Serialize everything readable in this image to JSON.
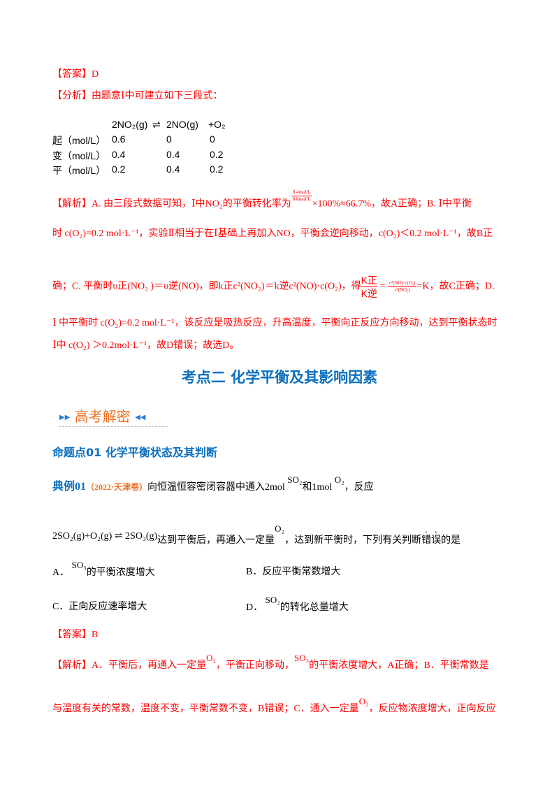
{
  "answer1": {
    "label": "【答案】",
    "value": "D"
  },
  "analysis1": {
    "label": "【分析】",
    "text": "由题意Ⅰ中可建立如下三段式："
  },
  "three_stage": {
    "header": [
      "2NO₂(g)",
      "⇌",
      "2NO(g)",
      "+O₂"
    ],
    "rows": [
      {
        "label": "起（mol/L）",
        "values": [
          "0.6",
          "0",
          "0"
        ]
      },
      {
        "label": "变（mol/L）",
        "values": [
          "0.4",
          "0.4",
          "0.2"
        ]
      },
      {
        "label": "平（mol/L）",
        "values": [
          "0.2",
          "0.4",
          "0.2"
        ]
      }
    ]
  },
  "explain1": {
    "label": "【解析】",
    "l1a": "A. 由三段式数据可知，Ⅰ中NO₂的平衡转化率为",
    "frac_num": "0.4mol/L",
    "frac_den": "0.6mol/L",
    "l1b": "×100%≈66.7%，故A正确；B. Ⅰ中平衡",
    "l2": "时 c(O₂)=0.2 mol·L⁻¹，实验Ⅱ相当于在Ⅰ基础上再加入NO，平衡会逆向移动，c(O₂)＜0.2 mol·L⁻¹，故B正",
    "l3a": "确；C. 平衡时υ正(NO₂ )＝υ逆(NO)，即k正c²(NO₂)＝k逆c²(NO)·c(O₂)，得",
    "k_num": "K正",
    "k_den": "K逆",
    "c_num": "c²(NO)·c(O₂)",
    "c_den": "c²(NO₂)",
    "l3b": "=K，故C正确；D.",
    "l4": "Ⅰ 中平衡时 c(O₂)=0.2 mol·L⁻¹，该反应是吸热反应，升高温度，平衡向正反应方向移动，达到平衡状态时",
    "l5": "Ⅰ中 c(O₂) ＞0.2mol·L⁻¹，故D错误；故选D。"
  },
  "section_title": "考点二  化学平衡及其影响因素",
  "banner": {
    "text": "高考解密",
    "left_arrows": "▶▶",
    "right_arrows": "◀◀"
  },
  "subsection_title": "命题点01  化学平衡状态及其判断",
  "example": {
    "label": "典例01",
    "source": "（2022·天津卷）",
    "text_a": "向恒温恒容密闭容器中通入2mol ",
    "so2": "SO₂",
    "text_b": "和1mol ",
    "o2": "O₂",
    "text_c": "，反应",
    "reaction": "2SO₂(g)+O₂(g) ⇌ 2SO₃(g)",
    "text_d": "达到平衡后，再通入一定量",
    "o2b": "O₂",
    "text_e": "，达到新平衡时，下列有关判断",
    "emph": "错误",
    "text_f": "的是"
  },
  "options": [
    {
      "letter": "A．",
      "chem": "SO₃",
      "text": "的平衡浓度增大"
    },
    {
      "letter": "B．",
      "chem": "",
      "text": "反应平衡常数增大"
    },
    {
      "letter": "C．",
      "chem": "",
      "text": "正向反应速率增大"
    },
    {
      "letter": "D．",
      "chem": "SO₂",
      "text": "的转化总量增大"
    }
  ],
  "answer2": {
    "label": "【答案】",
    "value": "B"
  },
  "explain2": {
    "label": "【解析】",
    "l1a": "A．平衡后，再通入一定量",
    "o2": "O₂",
    "l1b": "，平衡正向移动，",
    "so3": "SO₃",
    "l1c": "的平衡浓度增大，A正确；B．平衡常数是",
    "l2a": "与温度有关的常数，温度不变，平衡常数不变，B错误；C．通入一定量",
    "o2b": "O₂",
    "l2b": "，反应物浓度增大，正向反应"
  },
  "colors": {
    "red": "#ff0000",
    "blue": "#0b6fc0",
    "orange": "#f07020"
  }
}
